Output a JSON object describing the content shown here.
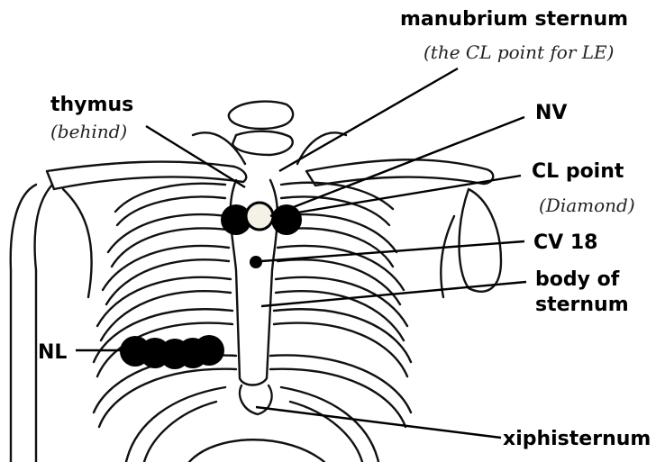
{
  "labels": {
    "manubrium": "manubrium sternum",
    "manubrium_note": "(the CL point for LE)",
    "thymus": "thymus",
    "thymus_note": "(behind)",
    "nv": "NV",
    "cl_point": "CL point",
    "cl_note": "(Diamond)",
    "cv18": "CV 18",
    "body_line1": "body of",
    "body_line2": "sternum",
    "nl": "NL",
    "xiphisternum": "xiphisternum"
  },
  "colors": {
    "ink": "#000000",
    "cl_point_fill": "#f4f1e6"
  }
}
